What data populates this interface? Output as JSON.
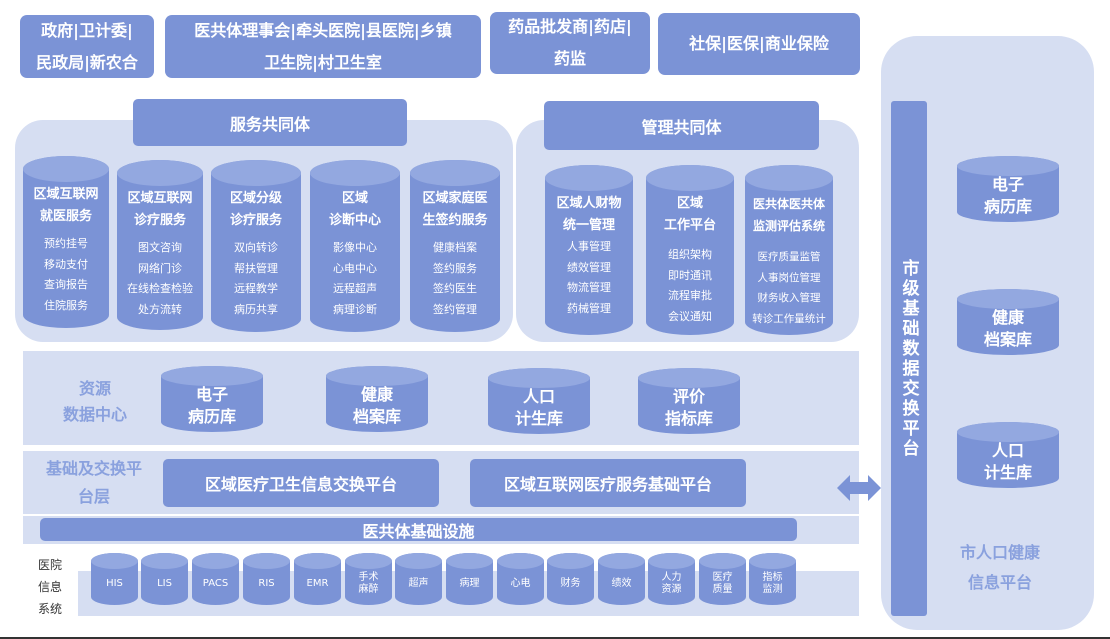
{
  "top_boxes": [
    {
      "lines": [
        "政府|卫计委|",
        "民政局|新农合"
      ]
    },
    {
      "lines": [
        "医共体理事会|牵头医院|县医院|乡镇",
        "卫生院|村卫生室"
      ]
    },
    {
      "lines": [
        "药品批发商|药店|",
        "药监"
      ]
    },
    {
      "lines": [
        "社保|医保|商业保险"
      ]
    }
  ],
  "service_community": {
    "title": "服务共同体",
    "cylinders": [
      {
        "title": [
          "区域互联网",
          "就医服务"
        ],
        "items": [
          "预约挂号",
          "移动支付",
          "查询报告",
          "住院服务"
        ]
      },
      {
        "title": [
          "区域互联网",
          "诊疗服务"
        ],
        "items": [
          "图文咨询",
          "网络门诊",
          "在线检查检验",
          "处方流转"
        ]
      },
      {
        "title": [
          "区域分级",
          "诊疗服务"
        ],
        "items": [
          "双向转诊",
          "帮扶管理",
          "远程教学",
          "病历共享"
        ]
      },
      {
        "title": [
          "区域",
          "诊断中心"
        ],
        "items": [
          "影像中心",
          "心电中心",
          "远程超声",
          "病理诊断"
        ]
      },
      {
        "title": [
          "区域家庭医",
          "生签约服务"
        ],
        "items": [
          "健康档案",
          "签约服务",
          "签约医生",
          "签约管理"
        ]
      }
    ]
  },
  "management_community": {
    "title": "管理共同体",
    "cylinders": [
      {
        "title": [
          "区域人财物",
          "统一管理"
        ],
        "items": [
          "人事管理",
          "绩效管理",
          "物流管理",
          "药械管理"
        ]
      },
      {
        "title": [
          "区域",
          "工作平台"
        ],
        "items": [
          "组织架构",
          "即时通讯",
          "流程审批",
          "会议通知"
        ]
      },
      {
        "title": [
          "医共体医共体",
          "监测评估系统"
        ],
        "items": [
          "医疗质量监管",
          "人事岗位管理",
          "财务收入管理",
          "转诊工作量统计"
        ]
      }
    ]
  },
  "resource_center": {
    "label": [
      "资源",
      "数据中心"
    ],
    "cylinders": [
      {
        "lines": [
          "电子",
          "病历库"
        ]
      },
      {
        "lines": [
          "健康",
          "档案库"
        ]
      },
      {
        "lines": [
          "人口",
          "计生库"
        ]
      },
      {
        "lines": [
          "评价",
          "指标库"
        ]
      }
    ]
  },
  "exchange_layer": {
    "label": [
      "基础及交换平",
      "台层"
    ],
    "platforms": [
      "区域医疗卫生信息交换平台",
      "区域互联网医疗服务基础平台"
    ]
  },
  "infrastructure": {
    "label": "医共体基础设施"
  },
  "hospital_systems": {
    "label": [
      "医院",
      "信息",
      "系统"
    ],
    "systems": [
      [
        "HIS"
      ],
      [
        "LIS"
      ],
      [
        "PACS"
      ],
      [
        "RIS"
      ],
      [
        "EMR"
      ],
      [
        "手术",
        "麻醉"
      ],
      [
        "超声"
      ],
      [
        "病理"
      ],
      [
        "心电"
      ],
      [
        "财务"
      ],
      [
        "绩效"
      ],
      [
        "人力",
        "资源"
      ],
      [
        "医疗",
        "质量"
      ],
      [
        "指标",
        "监测"
      ]
    ]
  },
  "city_platform": {
    "exchange_title": "市级基础数据交换平台",
    "cylinders": [
      {
        "lines": [
          "电子",
          "病历库"
        ]
      },
      {
        "lines": [
          "健康",
          "档案库"
        ]
      },
      {
        "lines": [
          "人口",
          "计生库"
        ]
      }
    ],
    "label": [
      "市人口健康",
      "信息平台"
    ]
  },
  "colors": {
    "primary": "#7b93d6",
    "light": "#d6def2",
    "cap": "#93a8e0",
    "label": "#8aa1de"
  }
}
